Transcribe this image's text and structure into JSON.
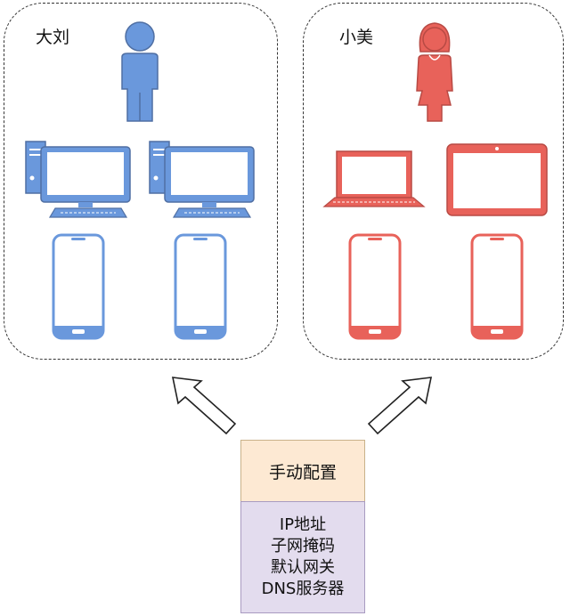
{
  "groups": {
    "left": {
      "label": "大刘",
      "person_icon": "man-icon",
      "devices": [
        "desktop-computer-icon",
        "desktop-computer-icon",
        "smartphone-icon",
        "smartphone-icon"
      ],
      "color": "#6a98dc"
    },
    "right": {
      "label": "小美",
      "person_icon": "woman-icon",
      "devices": [
        "laptop-icon",
        "tablet-icon",
        "smartphone-icon",
        "smartphone-icon"
      ],
      "color": "#e8625a"
    }
  },
  "config": {
    "title": "手动配置",
    "items": [
      "IP地址",
      "子网掩码",
      "默认网关",
      "DNS服务器"
    ],
    "title_bg": "#fde9d3",
    "items_bg": "#e3dcee"
  },
  "arrows": [
    "arrow-up-left-icon",
    "arrow-up-right-icon"
  ]
}
